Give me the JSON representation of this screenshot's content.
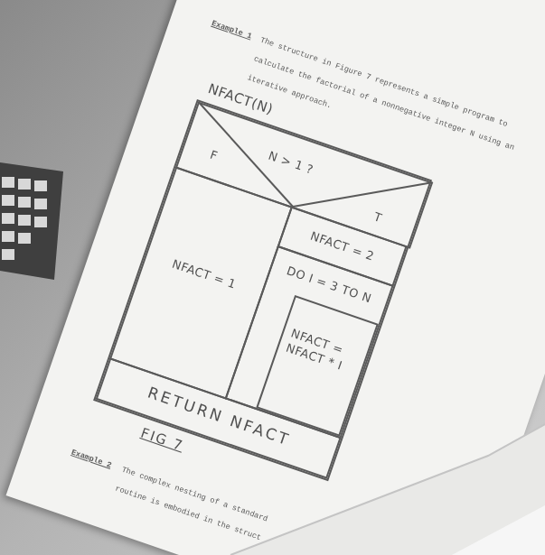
{
  "diagram": {
    "caption": "FIG 7",
    "nodes": [
      {
        "text": [
          "NFACT(N)"
        ]
      },
      {
        "text": [
          "N > 1 ?",
          "F",
          "T"
        ],
        "in": 0
      },
      {
        "text": [
          "NFACT = 1"
        ],
        "in": 0
      },
      {
        "text": [
          "NFACT = 2"
        ],
        "in": 0
      },
      {
        "text": [
          "DO I = 3 TO N"
        ],
        "in": 0
      },
      {
        "text": [
          "NFACT = NFACT * I"
        ],
        "in": 4
      },
      {
        "text": [
          "RETURN NFACT"
        ],
        "in": 0
      }
    ],
    "labels": [
      "Example 1",
      "The structure in Figure 7 represents a simple program to calculate the factorial of a nonnegative integer N using an iterative approach.",
      "Example 2",
      "The complex nesting of a standard",
      "routine is embodied in the struct"
    ]
  }
}
